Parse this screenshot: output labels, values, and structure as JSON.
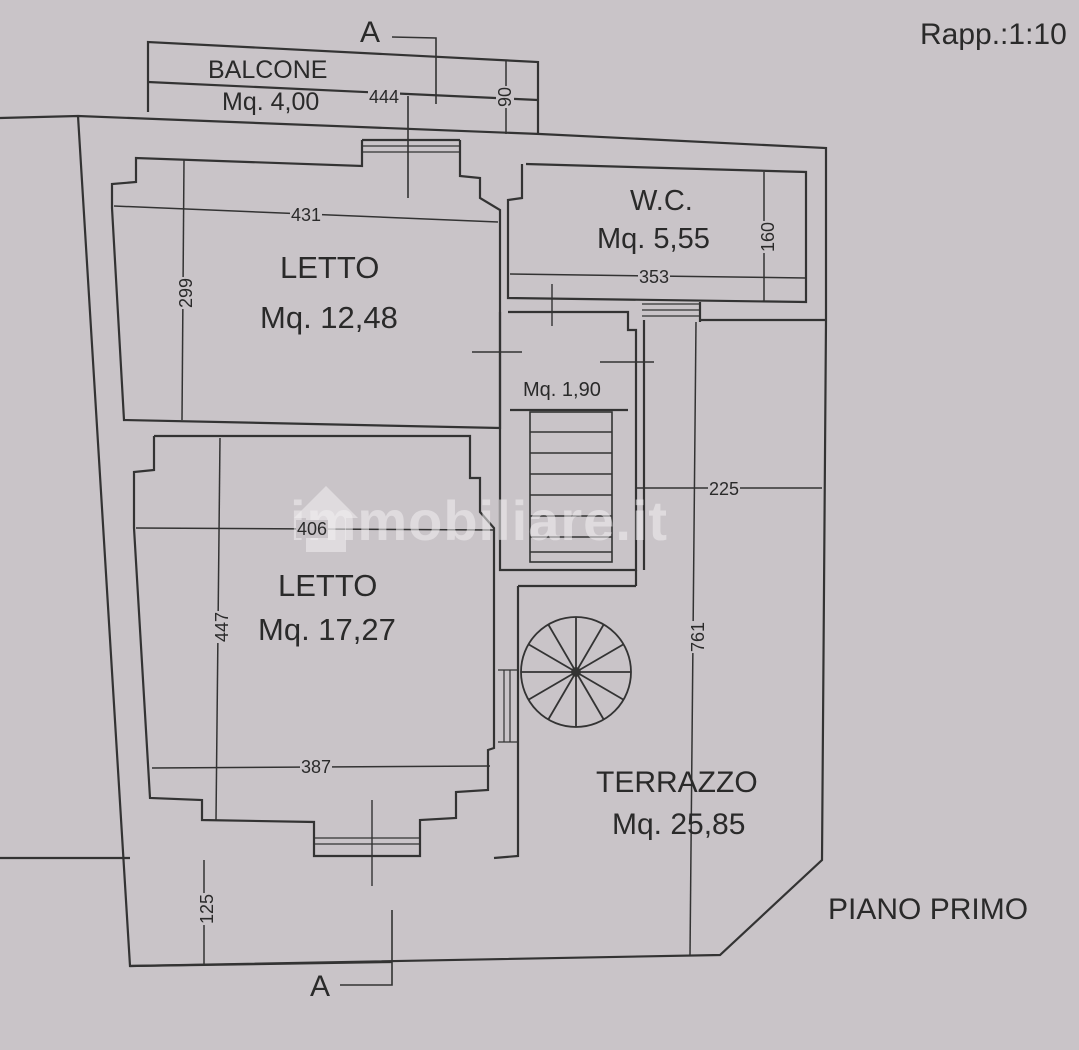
{
  "drawing": {
    "title": "PIANO PRIMO",
    "scale": "Rapp.:1:10",
    "section_marker": "A",
    "watermark": "immobiliare.it"
  },
  "rooms": [
    {
      "name": "BALCONE",
      "area": "Mq. 4,00"
    },
    {
      "name": "LETTO",
      "area": "Mq. 12,48"
    },
    {
      "name": "W.C.",
      "area": "Mq. 5,55"
    },
    {
      "name": "",
      "area": "Mq. 1,90"
    },
    {
      "name": "LETTO",
      "area": "Mq. 17,27"
    },
    {
      "name": "TERRAZZO",
      "area": "Mq. 25,85"
    }
  ],
  "dimensions": {
    "balcone_width": "444",
    "balcone_depth": "90",
    "letto1_width": "431",
    "letto1_depth": "299",
    "wc_width": "353",
    "wc_depth": "160",
    "letto2_width_top": "406",
    "letto2_depth": "447",
    "letto2_width_bottom": "387",
    "terrazzo_width": "225",
    "terrazzo_depth": "761",
    "front_depth": "125"
  },
  "colors": {
    "paper": "#c9c4c8",
    "ink": "#2a2a2a"
  }
}
